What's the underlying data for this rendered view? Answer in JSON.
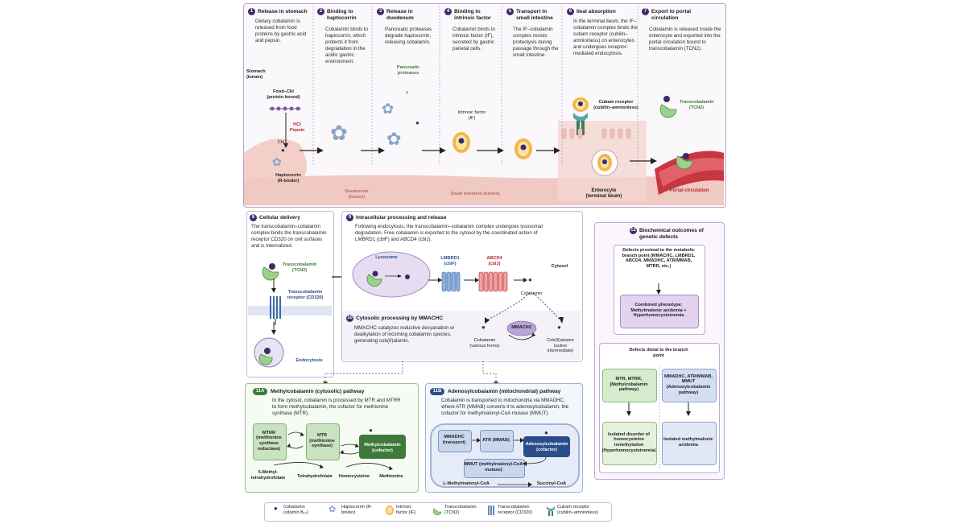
{
  "steps": [
    {
      "n": "1",
      "title": "Release in stomach",
      "text": "Dietary cobalamin is released from food proteins by gastric acid and pepsin."
    },
    {
      "n": "2",
      "title": "Binding to haptocorrin",
      "text": "Cobalamin binds to haptocorrin, which protects it from degradation in the acidic gastric environment."
    },
    {
      "n": "3",
      "title": "Release in duodenum",
      "text": "Pancreatic proteases degrade haptocorrin, releasing cobalamin."
    },
    {
      "n": "4",
      "title": "Binding to intrinsic factor",
      "text": "Cobalamin binds to intrinsic factor (IF), secreted by gastric parietal cells."
    },
    {
      "n": "5",
      "title": "Transport in small intestine",
      "text": "The IF–cobalamin complex resists proteolysis during passage through the small intestine."
    },
    {
      "n": "6",
      "title": "Ileal absorption",
      "text": "In the terminal ileum, the IF–cobalamin complex binds the cubam receptor (cubilin–amnionless) on enterocytes and undergoes receptor-mediated endocytosis."
    },
    {
      "n": "7",
      "title": "Export to portal circulation",
      "text": "Cobalamin is released inside the enterocyte and exported into the portal circulation bound to transcobalamin (TCN2)."
    }
  ],
  "top_labels": {
    "stomach": "Stomach (lumen)",
    "food_cbl": "Food–Cbl (protein bound)",
    "hcl": "HCl Pepsin",
    "cbl": "Cbl",
    "haptocorrin": "Haptocorrin (R-binder)",
    "pancreatic": "Pancreatic proteases",
    "intrinsic": "Intrinsic factor (IF)",
    "cubam": "Cubam receptor (cubilin–amnionless)",
    "tcn2": "Transcobalamin (TCN2)",
    "duodenum": "Duodenum (lumen)",
    "small_int": "Small intestine (lumen)",
    "enterocyte": "Enterocyte (terminal ileum)",
    "portal": "Portal circulation"
  },
  "s8": {
    "n": "8",
    "title": "Cellular delivery",
    "text": "The transcobalamin–cobalamin complex binds the transcobalamin receptor CD320 on cell surfaces and is internalized.",
    "tcn2": "Transcobalamin (TCN2)",
    "receptor": "Transcobalamin receptor (CD320)",
    "endocytosis": "Endocytosis"
  },
  "s9": {
    "n": "9",
    "title": "Intracellular processing and release",
    "text": "Following endocytosis, the transcobalamin–cobalamin complex undergoes lysosomal degradation. Free cobalamin is exported to the cytosol by the coordinated action of LMBRD1 (cblF) and ABCD4 (cblJ).",
    "lysosome": "Lysosome",
    "lmbrd1": "LMBRD1 (cblF)",
    "abcd4": "ABCD4 (cblJ)",
    "cytosol": "Cytosol",
    "cobalamin": "Cobalamin"
  },
  "s10": {
    "n": "10",
    "title": "Cytosolic processing by MMACHC",
    "text": "MMACHC catalyzes reductive decyanation or dealkylation of incoming cobalamin species, generating cob(II)alamin.",
    "mmachc": "MMACHC",
    "cbl_forms": "Cobalamin (various forms)",
    "cob2": "Cob(II)alamin (active intermediate)"
  },
  "s11a": {
    "n": "11A",
    "title": "Methylcobalamin (cytosolic) pathway",
    "text": "In the cytosol, cobalamin is processed by MTR and MTRR to form methylcobalamin, the cofactor for methionine synthase (MTR).",
    "mtrr": "MTRR (methionine synthase reductase)",
    "mtr": "MTR (methionine synthase)",
    "methylcbl": "Methylcobalamin (cofactor)",
    "methylthf": "5-Methyl-tetrahydrofolate",
    "thf": "Tetrahydrofolate",
    "hcy": "Homocysteine",
    "met": "Methionine"
  },
  "s11b": {
    "n": "11B",
    "title": "Adenosylcobalamin (mitochondrial) pathway",
    "text": "Cobalamin is transported to mitochondria via MMADHC, where ATR (MMAB) converts it to adenosylcobalamin, the cofactor for methylmalonyl-CoA mutase (MMUT).",
    "mmadhc": "MMADHC (transport)",
    "atr": "ATR (MMAB)",
    "adocbl": "Adenosylcobalamin (cofactor)",
    "mmut": "MMUT (methylmalonyl-CoA mutase)",
    "lmm": "L-Methylmalonyl-CoA",
    "succ": "Succinyl-CoA"
  },
  "s12": {
    "n": "12",
    "title": "Biochemical outcomes of genetic defects",
    "proximal_title": "Defects proximal to the metabolic branch point (MMACHC, LMBRD1, ABCD4, MMADHC, ATR/MMAB, MTRR, etc.)",
    "combined": "Combined phenotype: Methylmalonic acidemia + Hyperhomocysteinemia",
    "distal_title": "Defects distal to the branch point",
    "left_genes": "MTR, MTRR, (Methylcobalamin pathway)",
    "right_genes": "MMADHC, ATR/MMAB, MMUT (Adenosylcobalamin pathway)",
    "left_out": "Isolated disorder of homocysteine remethylation (Hyperhomocysteinemia)",
    "right_out": "Isolated methylmalonic acidemia"
  },
  "legend": [
    {
      "label": "Cobalamin (vitamin B₁₂)"
    },
    {
      "label": "Haptocorrin (R-binder)"
    },
    {
      "label": "Intrinsic factor (IF)"
    },
    {
      "label": "Transcobalamin (TCN2)"
    },
    {
      "label": "Transcobalamin receptor (CD320)"
    },
    {
      "label": "Cubam receptor (cubilin–amnionless)"
    }
  ],
  "colors": {
    "frame": "#b9a3cf",
    "pinkbg": "#f6dcd8",
    "purple": "#3d2a6b",
    "green11a": "#3d7a3a",
    "blue11b": "#2b4d8a",
    "red": "#b3262e"
  }
}
